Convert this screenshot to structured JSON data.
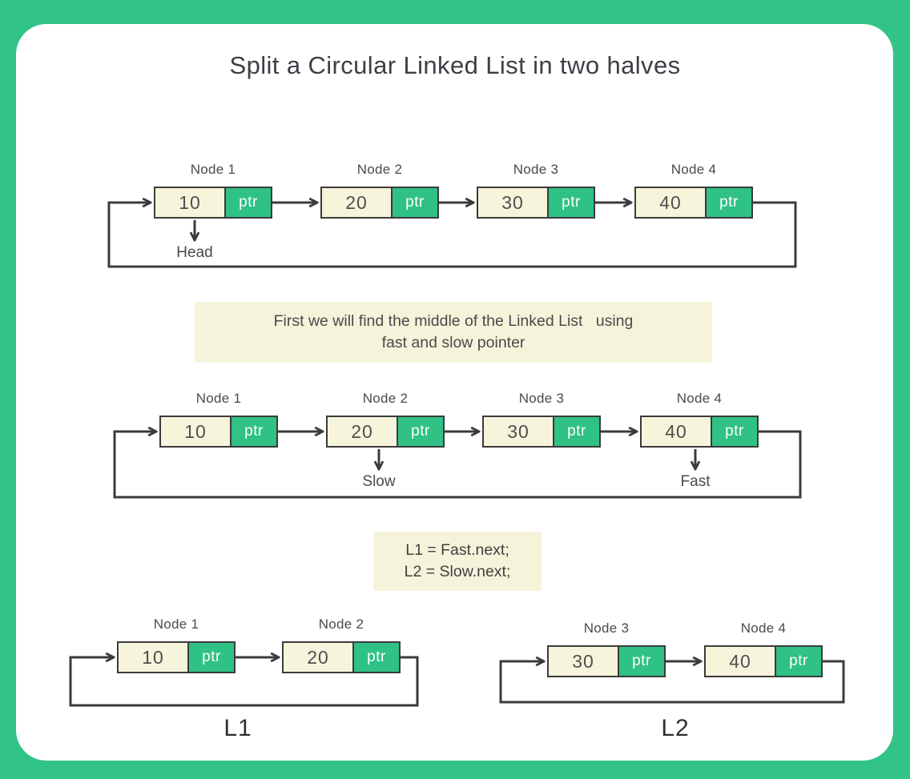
{
  "title": "Split a Circular Linked List in two halves",
  "colors": {
    "frame_green": "#32C487",
    "ptr_green": "#2FC185",
    "node_cream": "#F7F4DC",
    "note_cream": "#F5F4DB",
    "line_dark": "#3B3B3B",
    "text_dark": "#4A4A4A",
    "title_dark": "#3E3E46"
  },
  "lists": {
    "full1": {
      "nodes": [
        {
          "label": "Node 1",
          "value": "10",
          "ptr": "ptr"
        },
        {
          "label": "Node 2",
          "value": "20",
          "ptr": "ptr"
        },
        {
          "label": "Node 3",
          "value": "30",
          "ptr": "ptr"
        },
        {
          "label": "Node 4",
          "value": "40",
          "ptr": "ptr"
        }
      ],
      "head_label": "Head"
    },
    "full2": {
      "nodes": [
        {
          "label": "Node 1",
          "value": "10",
          "ptr": "ptr"
        },
        {
          "label": "Node 2",
          "value": "20",
          "ptr": "ptr"
        },
        {
          "label": "Node 3",
          "value": "30",
          "ptr": "ptr"
        },
        {
          "label": "Node 4",
          "value": "40",
          "ptr": "ptr"
        }
      ],
      "slow_label": "Slow",
      "fast_label": "Fast"
    },
    "l1": {
      "nodes": [
        {
          "label": "Node 1",
          "value": "10",
          "ptr": "ptr"
        },
        {
          "label": "Node 2",
          "value": "20",
          "ptr": "ptr"
        }
      ],
      "caption": "L1"
    },
    "l2": {
      "nodes": [
        {
          "label": "Node 3",
          "value": "30",
          "ptr": "ptr"
        },
        {
          "label": "Node 4",
          "value": "40",
          "ptr": "ptr"
        }
      ],
      "caption": "L2"
    }
  },
  "notes": {
    "middle_note": {
      "line1": "First we will find the middle of the Linked List   using",
      "line2": "fast and slow pointer"
    },
    "split_code": {
      "line1": "L1 = Fast.next;",
      "line2": "L2 = Slow.next;"
    }
  }
}
